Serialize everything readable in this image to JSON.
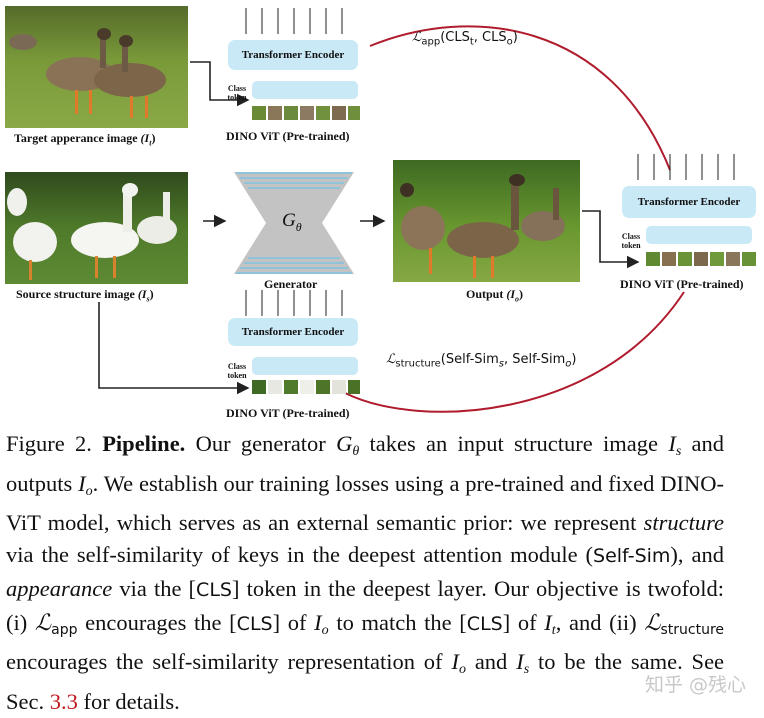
{
  "figure": {
    "target_label": "Target apperance image",
    "target_sym": "(I",
    "target_sub": "t",
    "source_label": "Source structure image",
    "source_sym": "(I",
    "source_sub": "s",
    "output_label": "Output",
    "output_sym": "(I",
    "output_sub": "o",
    "generator_label": "Generator",
    "generator_symbol": "G",
    "generator_sub": "θ",
    "encoder_label": "Transformer Encoder",
    "class_token": "Class token",
    "dino_label": "DINO ViT (Pre-trained)",
    "loss_app_name": "app",
    "loss_app_args": "(CLS",
    "loss_app_t": "t",
    "loss_app_sep": ", CLS",
    "loss_app_o": "o",
    "loss_struct_name": "structure",
    "loss_struct_args": "(Self-Sim",
    "loss_struct_s": "s",
    "loss_struct_sep": ", Self-Sim",
    "loss_struct_o": "o",
    "colors": {
      "arc": "#b01c2e",
      "encoder": "#c9e9f7",
      "generator": "#c3c3c3",
      "generator_lines": "#6fc3e6"
    }
  },
  "caption": {
    "fig_label": "Figure 2.",
    "title": "Pipeline.",
    "t1": "Our generator",
    "t2": "takes an input structure image",
    "t3": "and outputs",
    "t4": ". We establish our training losses using a pre-trained and fixed DINO-ViT model, which serves as an external semantic prior: we represent",
    "structure_word": "structure",
    "t5": "via the self-similarity of keys in the deepest attention module (",
    "selfsim": "Self-Sim",
    "t6": "), and",
    "appearance_word": "appearance",
    "t7": "via the [",
    "cls": "CLS",
    "t8": "] token in the deepest layer. Our objective is twofold: (i)",
    "app": "app",
    "t9": "encourages the [",
    "t10": "] of",
    "t11": "to match the [",
    "t12": "] of",
    "t13": ", and (ii)",
    "structure": "structure",
    "t14": "encourages the self-similarity representation of",
    "t15": "and",
    "t16": "to be the same. See Sec.",
    "sec_ref": "3.3",
    "t17": "for details."
  },
  "watermark": "知乎 @残心"
}
